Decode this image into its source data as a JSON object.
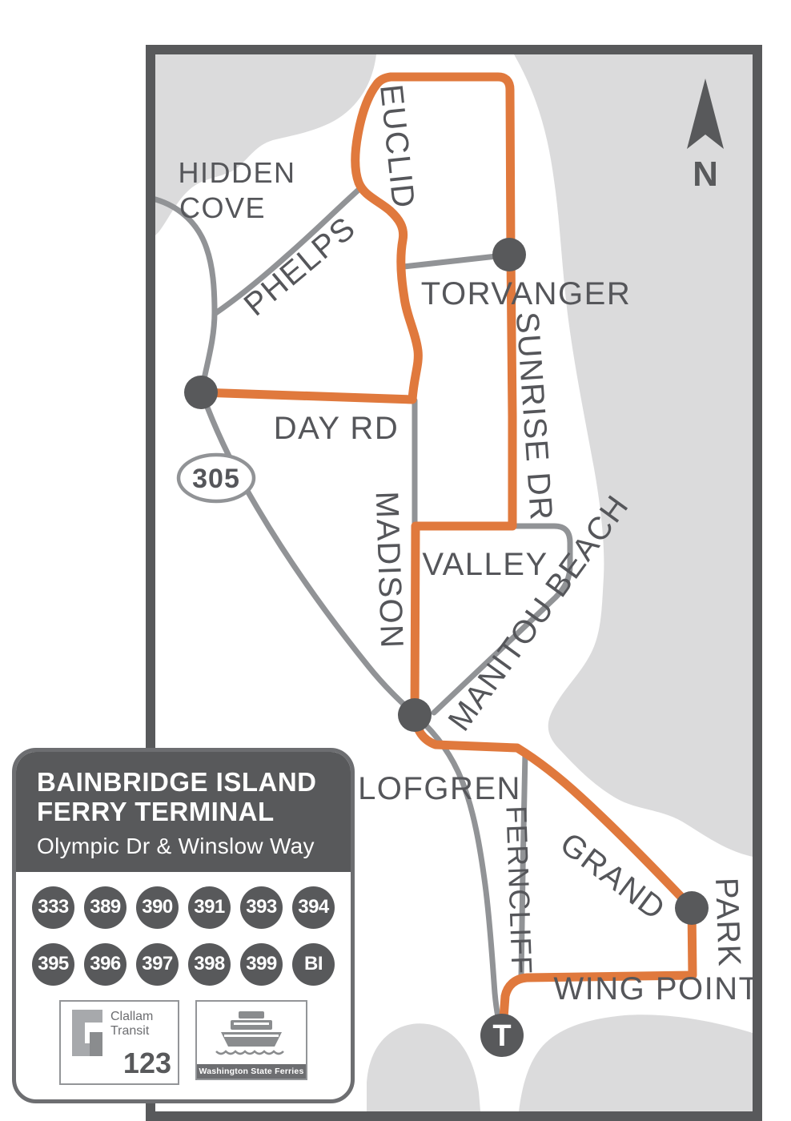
{
  "map": {
    "frame_color": "#58595B",
    "water_color": "#DBDBDC",
    "road_color": "#919396",
    "route_color": "#E0793D",
    "label_color": "#55565A",
    "compass": "N",
    "highway_shield": "305",
    "terminal_symbol": "T",
    "street_labels": {
      "hidden_cove_line1": "HIDDEN",
      "hidden_cove_line2": "COVE",
      "euclid": "EUCLID",
      "phelps": "PHELPS",
      "torvanger": "TORVANGER",
      "sunrise_dr": "SUNRISE DR",
      "day_rd": "DAY RD",
      "madison": "MADISON",
      "valley": "VALLEY",
      "manitou_beach": "MANITOU BEACH",
      "lofgren": "LOFGREN",
      "ferncliff": "FERNCLIFF",
      "grand": "GRAND",
      "park": "PARK",
      "wing_point": "WING POINT"
    }
  },
  "legend": {
    "title_line1": "BAINBRIDGE ISLAND",
    "title_line2": "FERRY TERMINAL",
    "subtitle": "Olympic Dr & Winslow Way",
    "routes": [
      "333",
      "389",
      "390",
      "391",
      "393",
      "394",
      "395",
      "396",
      "397",
      "398",
      "399",
      "BI"
    ],
    "clallam_transit": {
      "line1": "Clallam",
      "line2": "Transit",
      "number": "123"
    },
    "wsf_label": "Washington State Ferries"
  }
}
